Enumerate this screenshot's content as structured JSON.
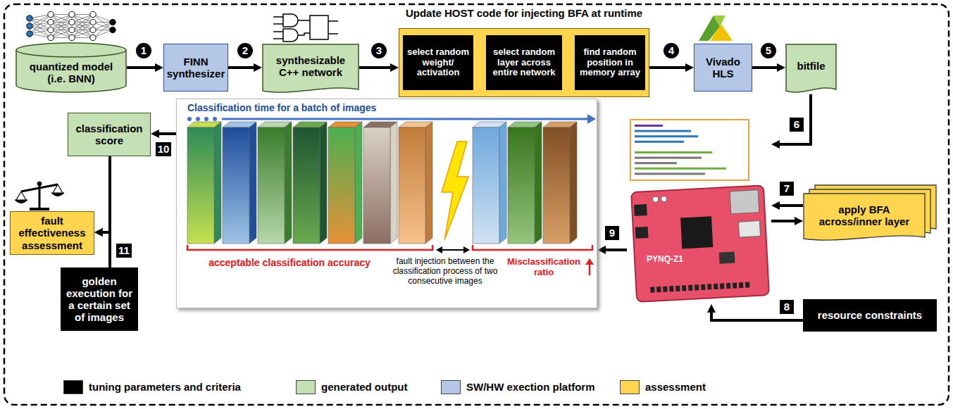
{
  "diagram": {
    "nodes": [
      {
        "text": [
          "quantized model (i.e. BNN)"
        ]
      },
      {
        "text": [
          "FINN synthesizer"
        ]
      },
      {
        "text": [
          "synthesizable C++ network"
        ]
      },
      {
        "text": [
          "Update HOST code for injecting BFA at runtime"
        ]
      },
      {
        "text": [
          "select random weight/ activation"
        ],
        "in": 3
      },
      {
        "text": [
          "select random layer across entire network"
        ],
        "in": 3
      },
      {
        "text": [
          "find random position in memory array"
        ],
        "in": 3
      },
      {
        "text": [
          "Vivado HLS"
        ]
      },
      {
        "text": [
          "bitfile"
        ]
      },
      {
        "text": [
          "classification score"
        ]
      },
      {
        "text": [
          "Classification time for a batch of images",
          "acceptable classification accuracy",
          "fault injection between the classification process of two consecutive images",
          "Misclassification ratio"
        ]
      },
      {
        "text": [
          "PYNQ-Z1"
        ]
      },
      {
        "text": [
          "apply BFA across/inner layer"
        ]
      },
      {
        "text": [
          "fault effectiveness assessment"
        ]
      },
      {
        "text": [
          "golden execution for a certain set of images"
        ]
      },
      {
        "text": [
          "resource constraints"
        ]
      }
    ],
    "edges": [
      {
        "from": 0,
        "to": 1,
        "arrow": "to",
        "label": "1"
      },
      {
        "from": 1,
        "to": 2,
        "arrow": "to",
        "label": "2"
      },
      {
        "from": 2,
        "to": 3,
        "arrow": "to",
        "label": "3"
      },
      {
        "from": 4,
        "to": 5,
        "arrow": "to"
      },
      {
        "from": 5,
        "to": 6,
        "arrow": "to"
      },
      {
        "from": 3,
        "to": 7,
        "arrow": "to",
        "label": "4"
      },
      {
        "from": 7,
        "to": 8,
        "arrow": "to",
        "label": "5"
      },
      {
        "from": 8,
        "to": 11,
        "arrow": "to",
        "label": "6"
      },
      {
        "from": 12,
        "to": 11,
        "arrow": "to",
        "label": "7"
      },
      {
        "from": 11,
        "to": 12,
        "arrow": "to"
      },
      {
        "from": 15,
        "to": 11,
        "arrow": "to",
        "label": "8"
      },
      {
        "from": 11,
        "to": 10,
        "arrow": "to",
        "label": "9"
      },
      {
        "from": 10,
        "to": 9,
        "arrow": "to",
        "label": "10"
      },
      {
        "from": 9,
        "to": 13,
        "arrow": "to"
      },
      {
        "from": 14,
        "to": 13,
        "arrow": "to",
        "label": "11"
      }
    ],
    "legend": [
      {
        "text": "tuning parameters and criteria",
        "color": "#000000"
      },
      {
        "text": "generated output",
        "color": "#c5e0b4"
      },
      {
        "text": "SW/HW exection platform",
        "color": "#b4c7e7"
      },
      {
        "text": "assessment",
        "color": "#ffd44f"
      }
    ]
  }
}
